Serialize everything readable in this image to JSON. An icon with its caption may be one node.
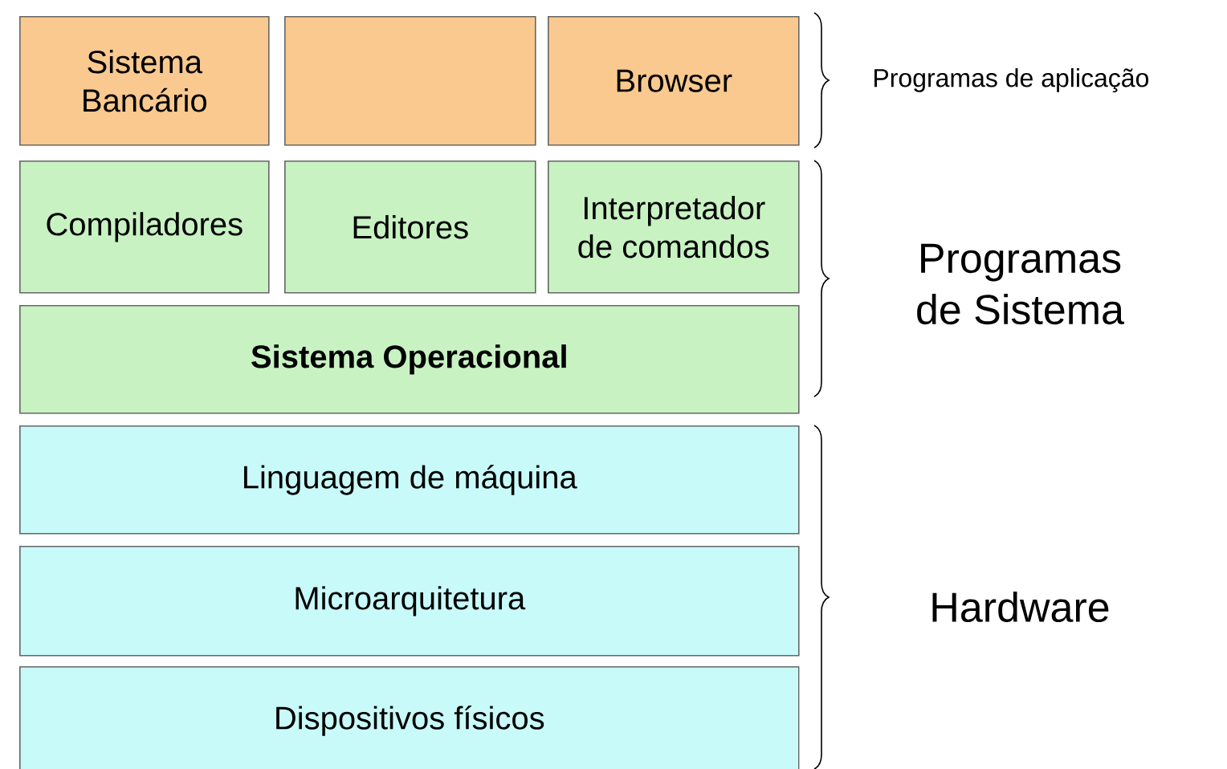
{
  "diagram": {
    "nodes": [
      {
        "text": [
          "Sistema Bancário"
        ]
      },
      {
        "text": [],
        "shape": "box"
      },
      {
        "text": [
          "Browser"
        ]
      },
      {
        "text": [
          "Compiladores"
        ]
      },
      {
        "text": [
          "Editores"
        ]
      },
      {
        "text": [
          "Interpretador de comandos"
        ]
      },
      {
        "text": [
          "Sistema Operacional"
        ]
      },
      {
        "text": [
          "Linguagem de máquina"
        ]
      },
      {
        "text": [
          "Microarquitetura"
        ]
      },
      {
        "text": [
          "Dispositivos físicos"
        ]
      }
    ],
    "labels": [
      "Programas de aplicação",
      "Programas de Sistema",
      "Hardware"
    ]
  }
}
